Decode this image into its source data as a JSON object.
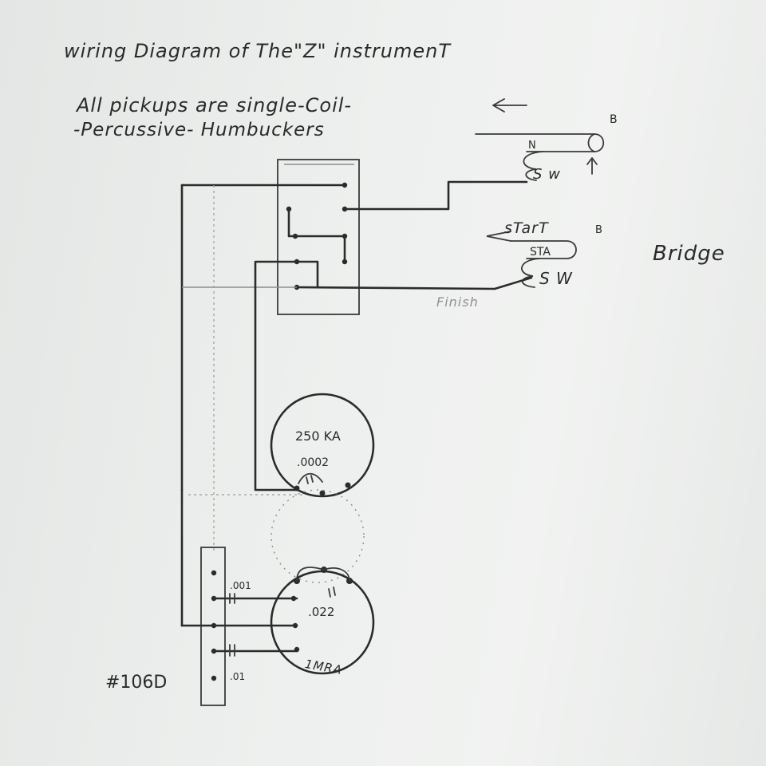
{
  "title": "wiring Diagram of The\"Z\" instrumenT",
  "note_line1": "All pickups are single-Coil-",
  "note_line2": "-Percussive- Humbuckers",
  "pickup_top": {
    "north": "N",
    "south_west": "S w",
    "bridge_tag": "B"
  },
  "pickup_bottom": {
    "start": "sTarT",
    "sta": "STA",
    "south_west": "S W",
    "bridge_tag": "B",
    "finish": "Finish"
  },
  "bridge_label": "Bridge",
  "pot_volume": {
    "value": "250 KA",
    "cap": ".0002"
  },
  "pot_tone": {
    "cap": ".022",
    "value": "1MRA"
  },
  "rotary_switch": {
    "caps": [
      ".001",
      ".01"
    ]
  },
  "part_number": "#106D"
}
